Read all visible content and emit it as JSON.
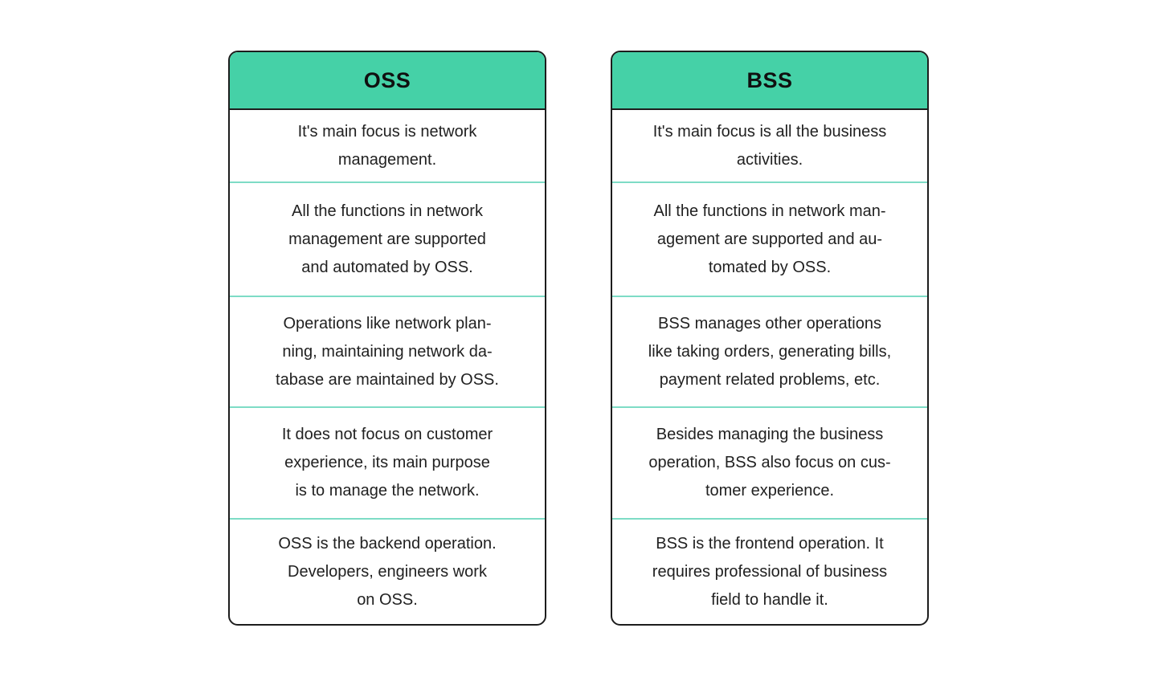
{
  "colors": {
    "page_bg": "#ffffff",
    "header_bg": "#45d1a7",
    "card_border": "#1d1d1d",
    "row_divider": "#7edcc6",
    "text": "#212121"
  },
  "tables": {
    "oss": {
      "title": "OSS",
      "rows": [
        [
          "It's main focus is network",
          "management."
        ],
        [
          "All the functions in network",
          "management are supported",
          "and automated by OSS."
        ],
        [
          "Operations like network plan-",
          "ning, maintaining network da-",
          "tabase are maintained by OSS."
        ],
        [
          "It does not focus on customer",
          "experience, its main purpose",
          "is to manage the network."
        ],
        [
          "OSS is the backend operation.",
          "Developers, engineers work",
          "on OSS."
        ]
      ]
    },
    "bss": {
      "title": "BSS",
      "rows": [
        [
          "It's main focus is all the business",
          "activities."
        ],
        [
          "All the functions in network man-",
          "agement are supported and au-",
          "tomated by OSS."
        ],
        [
          "BSS manages other operations",
          "like taking orders, generating bills,",
          "payment related problems, etc."
        ],
        [
          "Besides managing the business",
          "operation, BSS also focus on cus-",
          "tomer experience."
        ],
        [
          "BSS is the frontend operation. It",
          "requires professional of business",
          "field to handle it."
        ]
      ]
    }
  }
}
